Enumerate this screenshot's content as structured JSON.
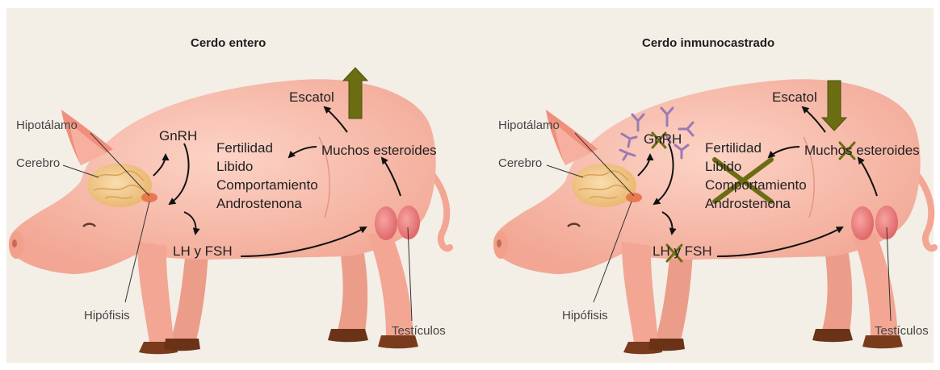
{
  "left": {
    "title": "Cerdo entero",
    "escatol": "Escatol",
    "hipotalamo": "Hipotálamo",
    "cerebro": "Cerebro",
    "gnrh": "GnRH",
    "esteroides": "Muchos esteroides",
    "effects": [
      "Fertilidad",
      "Libido",
      "Comportamiento",
      "Androstenona"
    ],
    "lh_fsh": "LH y FSH",
    "hipofisis": "Hipófisis",
    "testiculos": "Testículos",
    "escatol_trend": "up"
  },
  "right": {
    "title": "Cerdo inmunocastrado",
    "escatol": "Escatol",
    "hipotalamo": "Hipotálamo",
    "cerebro": "Cerebro",
    "gnrh": "GnRH",
    "esteroides": "Muchos esteroides",
    "effects": [
      "Fertilidad",
      "Libido",
      "Comportamiento",
      "Androstenona"
    ],
    "lh_fsh": "LH y FSH",
    "hipofisis": "Hipófisis",
    "testiculos": "Testículos",
    "escatol_trend": "down"
  },
  "colors": {
    "pig": "#f7b8a6",
    "arrow": "#6b6d12",
    "antibody": "#9b7bb3",
    "brain": "#f0c98b",
    "testis": "#e9797b"
  }
}
